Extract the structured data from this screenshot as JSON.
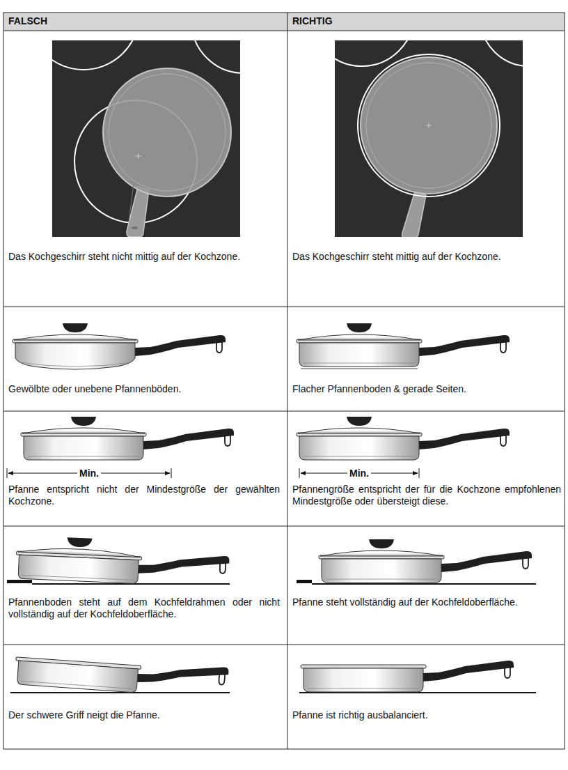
{
  "diagram": {
    "labels": [
      "FALSCH",
      "RICHTIG",
      "Das Kochgeschirr steht nicht mittig auf der Kochzone.",
      "Das Kochgeschirr steht mittig auf der Kochzone.",
      "Gewölbte oder unebene Pfannenböden.",
      "Flacher Pfannenboden & gerade Seiten.",
      "Min.",
      "Min.",
      "Pfanne entspricht nicht der Mindestgröße der gewählten Kochzone.",
      "Pfannengröße entspricht der für die Kochzone empfohlenen Mindestgröße oder übersteigt diese.",
      "Pfannenboden steht auf dem Kochfeldrahmen oder nicht vollständig auf der Kochfeldoberfläche.",
      "Pfanne steht vollständig auf der Kochfeldoberfläche.",
      "Der schwere Griff neigt die Pfanne.",
      "Pfanne ist richtig ausbalanciert."
    ]
  }
}
